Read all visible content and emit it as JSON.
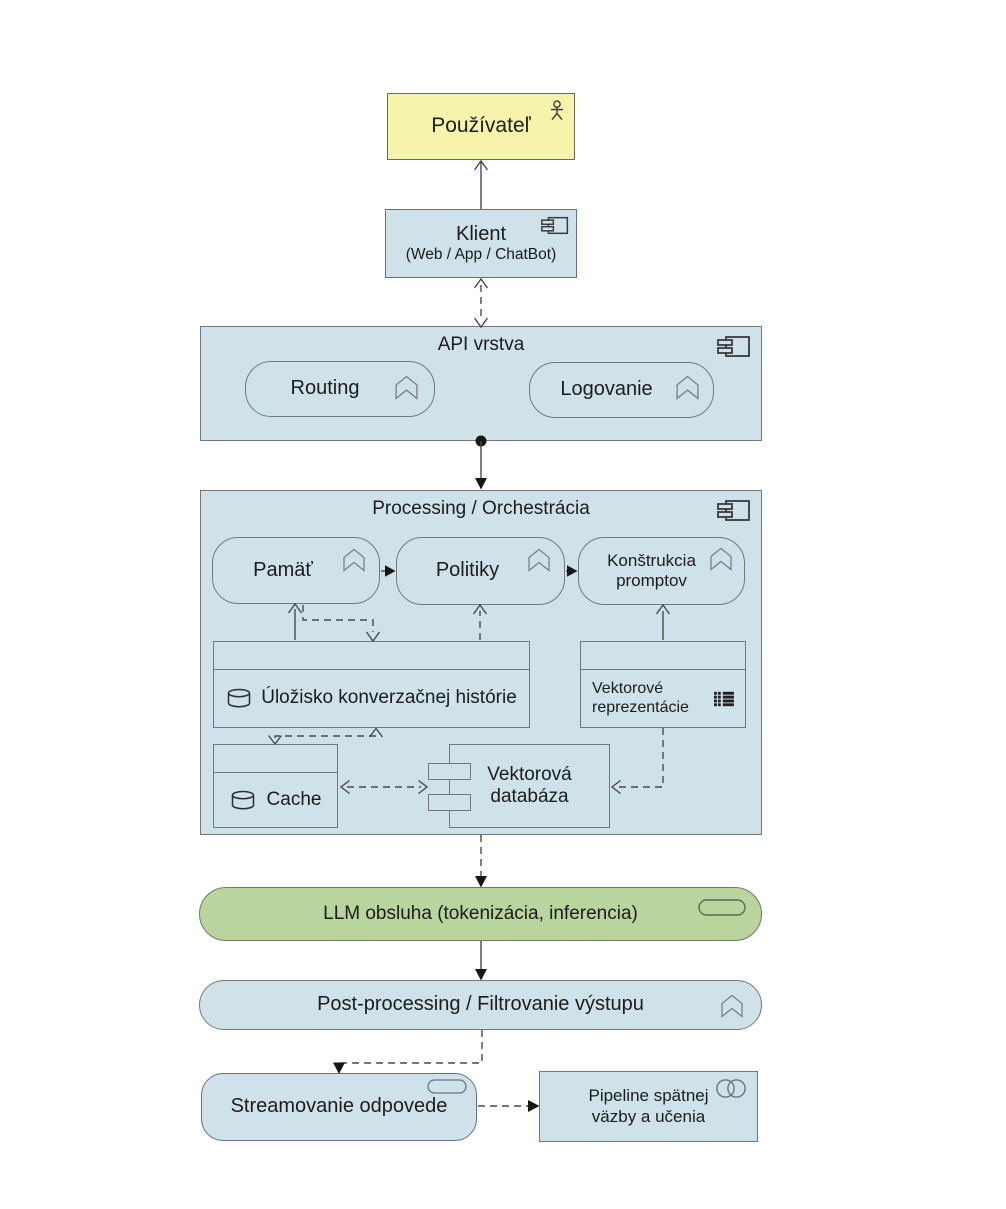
{
  "diagram": {
    "nodes": {
      "pouzivatel": {
        "label": "Používateľ"
      },
      "klient": {
        "label": "Klient",
        "sublabel": "(Web / App / ChatBot)"
      },
      "api_layer": {
        "label": "API vrstva"
      },
      "routing": {
        "label": "Routing"
      },
      "logovanie": {
        "label": "Logovanie"
      },
      "processing": {
        "label": "Processing / Orchestrácia"
      },
      "pamat": {
        "label": "Pamäť"
      },
      "politiky": {
        "label": "Politiky"
      },
      "konstrukcia": {
        "label": "Konštrukcia promptov"
      },
      "ulozisko": {
        "label": "Úložisko konverzačnej histórie"
      },
      "vektorove": {
        "label": "Vektorové reprezentácie"
      },
      "cache": {
        "label": "Cache"
      },
      "vektorova_db": {
        "label": "Vektorová databáza"
      },
      "llm": {
        "label": "LLM obsluha (tokenizácia, inferencia)"
      },
      "postprocessing": {
        "label": "Post-processing / Filtrovanie výstupu"
      },
      "streamovanie": {
        "label": "Streamovanie odpovede"
      },
      "pipeline": {
        "label": "Pipeline spätnej väzby a učenia"
      }
    },
    "icons": {
      "pouzivatel": "actor-icon",
      "klient": "component-icon",
      "api_layer": "component-icon",
      "processing": "component-icon",
      "routing": "function-icon",
      "logovanie": "function-icon",
      "pamat": "function-icon",
      "politiky": "function-icon",
      "konstrukcia": "function-icon",
      "postprocessing": "function-icon",
      "ulozisko": "database-icon",
      "cache": "database-icon",
      "vektorove": "matrix-icon",
      "vektorova_db": "component-ports-icon",
      "llm": "service-icon",
      "streamovanie": "service-icon",
      "pipeline": "collaboration-icon"
    },
    "colors": {
      "fill_blue": "#cfe2e9",
      "fill_yellow": "#f6f3aa",
      "fill_green": "#b9d49c",
      "border_gray": "#75787b",
      "border_navy": "#5f6f97",
      "line": "#4a4a4a",
      "arrow_fill": "#161616",
      "text": "#1c1c1c"
    }
  }
}
